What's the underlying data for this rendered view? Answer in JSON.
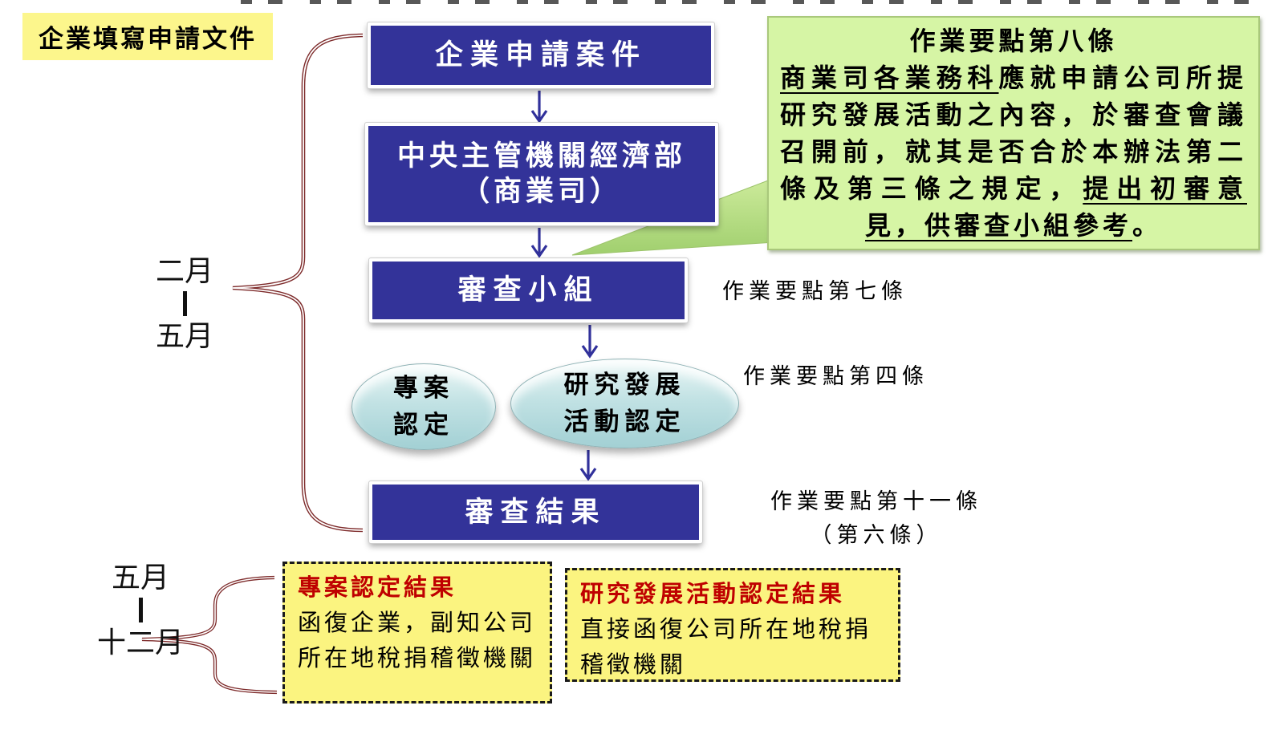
{
  "top_label": "企業填寫申請文件",
  "flow_boxes": {
    "box1": "企業申請案件",
    "box2_line1": "中央主管機關經濟部",
    "box2_line2": "（商業司）",
    "box3": "審查小組",
    "box4": "審查結果"
  },
  "ellipses": {
    "project": {
      "line1": "專案",
      "line2": "認定"
    },
    "rnd": {
      "line1": "研究發展",
      "line2": "活動認定"
    }
  },
  "callout": {
    "title": "作業要點第八條",
    "underline1": "商業司各業務科",
    "body1": "應就申請公司所提研究發展活動之內容，於審查會議召開前，就其是否合於本辦法第二條及第三條之規定，",
    "underline2": "提出初審意見，供審查小組參考",
    "period": "。"
  },
  "side_labels": {
    "rule7": "作業要點第七條",
    "rule4": "作業要點第四條",
    "rule11_line1": "作業要點第十一條",
    "rule11_line2": "（第六條）"
  },
  "timeline_upper": {
    "start": "二月",
    "end": "五月"
  },
  "timeline_lower": {
    "start": "五月",
    "end": "十二月"
  },
  "result_left": {
    "title": "專案認定結果",
    "body": "函復企業，副知公司所在地稅捐稽徵機關"
  },
  "result_right": {
    "title": "研究發展活動認定結果",
    "body": "直接函復公司所在地稅捐稽徵機關"
  },
  "colors": {
    "flow_box_fill": "#333399",
    "flow_box_text": "#ffffff",
    "callout_fill": "#d6f5a5",
    "ellipse_fill": "#c2e2e4",
    "label_yellow": "#fcf68c",
    "result_yellow": "#fbf480",
    "result_title_red": "#bf0000",
    "brace_red": "#7d2a2a",
    "arrow_blue": "#31319b"
  }
}
